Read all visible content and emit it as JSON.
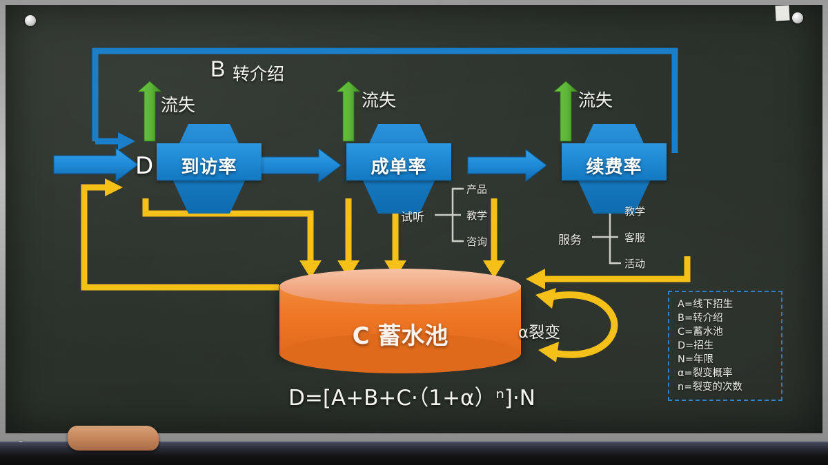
{
  "board": {
    "title_note": "chalkboard-diagram",
    "colors": {
      "board_bg": "#2b312b",
      "node_blue": "#1878c8",
      "arrow_blue": "#1f8bd8",
      "loss_green": "#5cb536",
      "flow_yellow": "#f5c118",
      "pool_orange": "#ee7523",
      "pool_top": "#f0a57f",
      "legend_border": "#2f82c9",
      "chalk_white": "#f2f2ee"
    }
  },
  "diagram": {
    "entry_label": "D",
    "referral_label_letter": "B",
    "referral_label_text": "转介绍",
    "nodes": [
      {
        "label": "到访率"
      },
      {
        "label": "成单率"
      },
      {
        "label": "续费率"
      }
    ],
    "loss_labels": [
      "流失",
      "流失",
      "流失"
    ],
    "branches": [
      {
        "title": "试听",
        "items": [
          "产品",
          "教学",
          "咨询"
        ]
      },
      {
        "title": "服务",
        "items": [
          "教学",
          "客服",
          "活动"
        ]
      }
    ],
    "pool": {
      "letter": "C",
      "label": "蓄水池",
      "full_label": "C 蓄水池"
    },
    "fission_label": "α裂变",
    "formula": "D=[A+B+C·（1+α）ⁿ]·N"
  },
  "legend": {
    "items": [
      "A=线下招生",
      "B=转介绍",
      "C=蓄水池",
      "D=招生",
      "N=年限",
      "α=裂变概率",
      "n=裂变的次数"
    ]
  }
}
